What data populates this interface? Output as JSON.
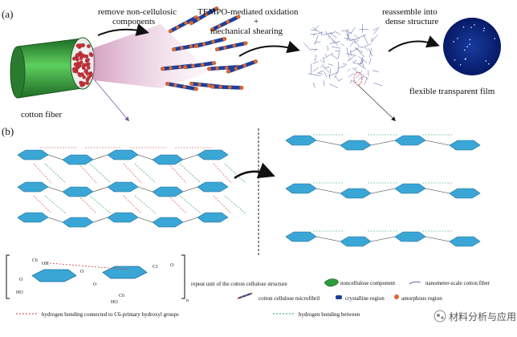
{
  "panel_a": {
    "label": "(a)",
    "step1": "remove non-cellulosic components",
    "step1_line1": "remove non-cellulosic",
    "step1_line2": "components",
    "step2_line1": "TEMPO-mediated oxidation",
    "step2_line2": "+",
    "step2_line3": "mechanical shearing",
    "step3_line1": "reassemble into",
    "step3_line2": "dense structure",
    "source_label": "cotton fiber",
    "result_label": "flexible transparent film"
  },
  "panel_b": {
    "label": "(b)"
  },
  "legend": {
    "repeat_unit": "repeat unit of the cotton cellulose structure",
    "noncellulose": "noncellulose component",
    "nano_fiber": "nanometer-scale cotton fiber",
    "microfibril": "cotton cellulose microfibril",
    "crystalline": "crystalline region",
    "amorphous": "amorphous region",
    "hb_c6": "hydrogen bonding connected to C6-primary hydroxyl groups",
    "hb_between": "hydrogen bonding between",
    "subscript_n": "n"
  },
  "watermark": "材料分析与应用",
  "colors": {
    "glucose": "#3aa6d6",
    "fiber_green": "#2e9a3a",
    "rod_blue": "#1d3f9c",
    "amorphous_orange": "#e0662a",
    "hb_red": "#d23a3a",
    "hb_green": "#2a9a5a",
    "film_blue": "#0d2a8a"
  }
}
